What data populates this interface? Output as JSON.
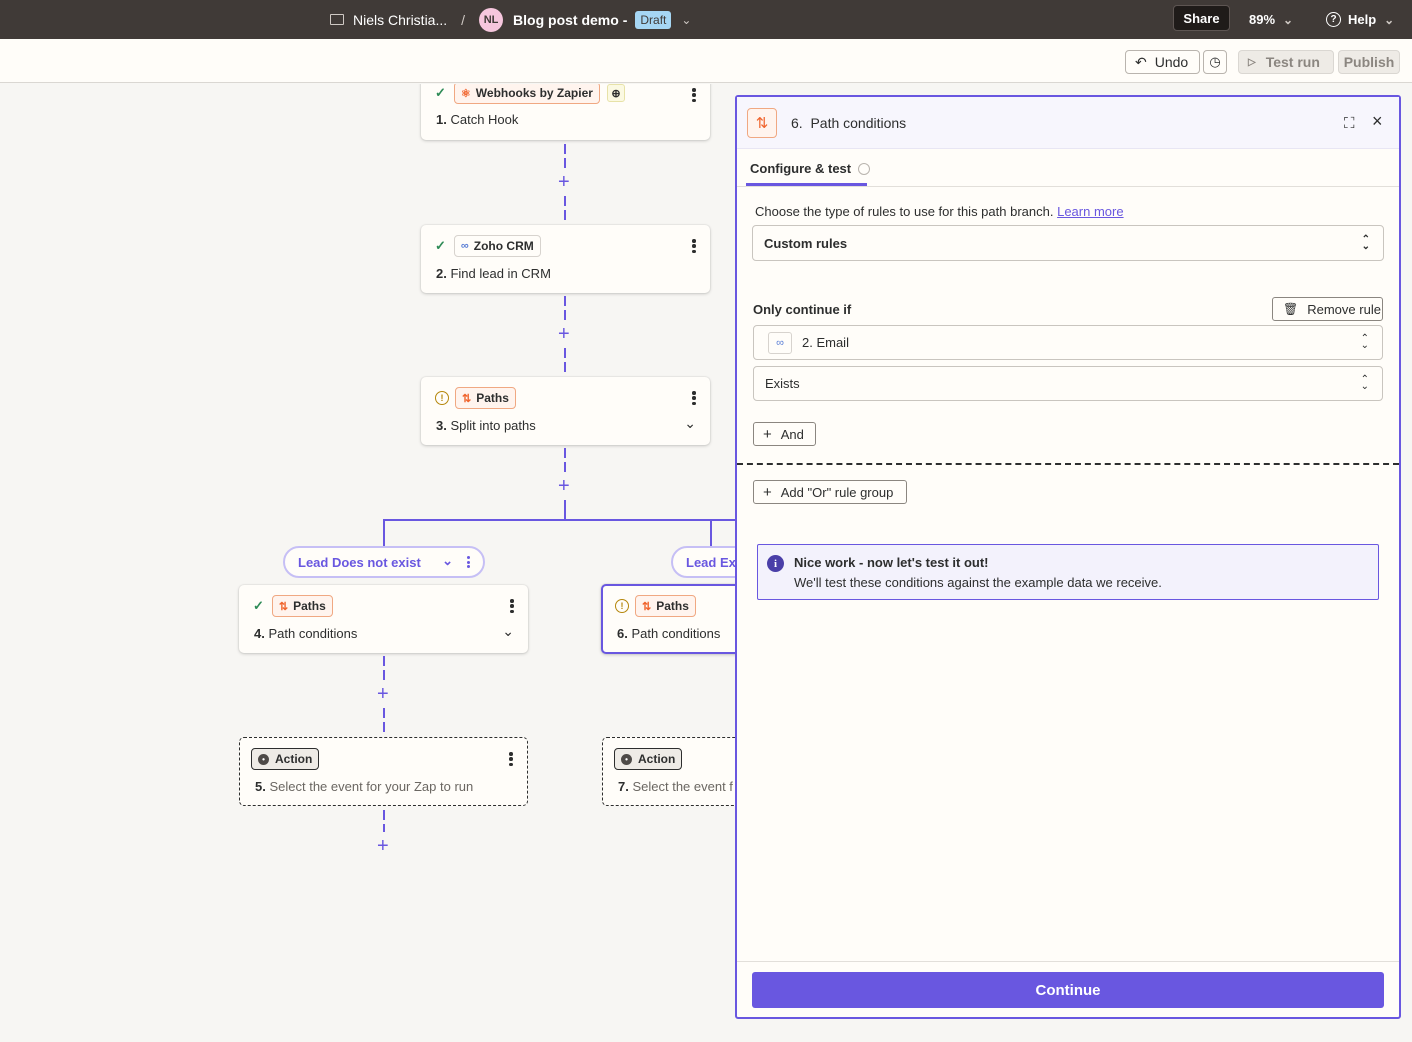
{
  "topbar": {
    "folder_name": "Niels Christia...",
    "separator": "/",
    "avatar_initials": "NL",
    "zap_name": "Blog post demo -",
    "draft_badge": "Draft",
    "share": "Share",
    "zoom": "89%",
    "help": "Help"
  },
  "toolbar": {
    "undo": "Undo",
    "test_run": "Test run",
    "publish": "Publish"
  },
  "canvas": {
    "step1": {
      "app": "Webhooks by Zapier",
      "num": "1.",
      "title": "Catch Hook"
    },
    "step2": {
      "app": "Zoho CRM",
      "num": "2.",
      "title": "Find lead in CRM"
    },
    "step3": {
      "app": "Paths",
      "num": "3.",
      "title": "Split into paths"
    },
    "path_left": "Lead Does not exist",
    "path_right": "Lead Exi",
    "step4": {
      "app": "Paths",
      "num": "4.",
      "title": "Path conditions"
    },
    "step5": {
      "app": "Action",
      "num": "5.",
      "title": "Select the event for your Zap to run"
    },
    "step6": {
      "app": "Paths",
      "num": "6.",
      "title": "Path conditions"
    },
    "step7": {
      "app": "Action",
      "num": "7.",
      "title": "Select the event f"
    }
  },
  "panel": {
    "title": "6.  Path conditions",
    "tab": "Configure & test",
    "rules_prompt": "Choose the type of rules to use for this path branch.",
    "learn_more": "Learn more",
    "rule_type": "Custom rules",
    "only_continue": "Only continue if",
    "remove_rule": "Remove rule",
    "field": "2. Email",
    "condition": "Exists",
    "and_btn": "And",
    "or_btn": "Add \"Or\" rule group",
    "info_title": "Nice work - now let's test it out!",
    "info_body": "We'll test these conditions against the example data we receive.",
    "continue": "Continue"
  },
  "colors": {
    "accent": "#6957e0",
    "topbar": "#403a37",
    "paths_orange": "#f0642d",
    "success": "#2e8b57",
    "warning": "#b5870c"
  }
}
